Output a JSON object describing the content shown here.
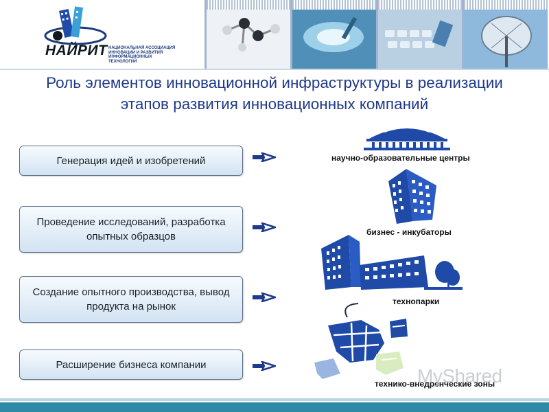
{
  "header": {
    "logo_word": "НАЙРИТ",
    "logo_caption": "НАЦИОНАЛЬНАЯ АССОЦИАЦИЯ\nИННОВАЦИЙ И РАЗВИТИЯ\nИНФОРМАЦИОННЫХ\nТЕХНОЛОГИЙ"
  },
  "title": "Роль элементов инновационной инфраструктуры в реализации этапов развития инновационных компаний",
  "stages": [
    "Генерация идей и изобретений",
    "Проведение исследований, разработка опытных образцов",
    "Создание опытного производства, вывод продукта на рынок",
    "Расширение бизнеса компании"
  ],
  "infrastructure": [
    "научно-образовательные центры",
    "бизнес - инкубаторы",
    "технопарки",
    "технико-внедренческие зоны"
  ],
  "watermark": "MyShared",
  "colors": {
    "title": "#1f3a8a",
    "building": "#1f4aa8",
    "footer": "#2f8aa5"
  }
}
